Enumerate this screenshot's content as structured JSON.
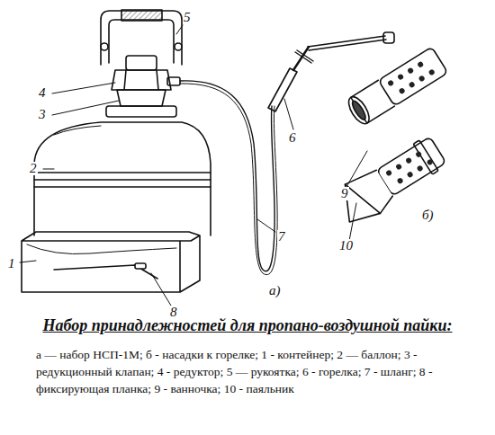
{
  "diagram": {
    "title": "Набор принадлежностей для пропано-воздушной пайки:",
    "caption": "а — набор НСП-1М; б - насадки к горелке; 1 - контейнер; 2 — баллон; 3 - редукционный клапан; 4 - редуктор; 5 — рукоятка; 6 - горелка; 7 - шланг; 8 - фиксирующая планка; 9 - ванночка; 10 - паяльник",
    "labels": [
      "5",
      "4",
      "3",
      "2",
      "6",
      "1",
      "7",
      "8",
      "а)",
      "9",
      "10",
      "б)"
    ]
  }
}
